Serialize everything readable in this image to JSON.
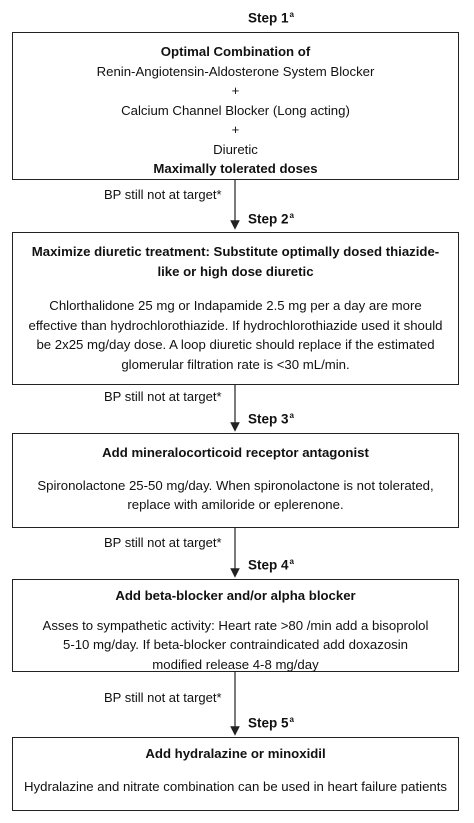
{
  "steps": [
    {
      "label": "Step 1",
      "mark": "a",
      "title": "Optimal Combination of",
      "lines": [
        "Renin-Angiotensin-Aldosterone System Blocker",
        "+",
        "Calcium Channel Blocker (Long acting)",
        "+",
        "Diuretic"
      ],
      "footer": "Maximally tolerated doses"
    },
    {
      "label": "Step 2",
      "mark": "a",
      "title": "Maximize diuretic treatment: Substitute optimally dosed thiazide-like or high dose diuretic",
      "body": "Chlorthalidone 25 mg or Indapamide 2.5 mg per a day are more effective than hydrochlorothiazide. If hydrochlorothiazide used it should be 2x25 mg/day dose. A loop diuretic should replace if the estimated glomerular filtration rate is <30 mL/min."
    },
    {
      "label": "Step 3",
      "mark": "a",
      "title": "Add mineralocorticoid receptor antagonist",
      "body": "Spironolactone 25-50 mg/day. When spironolactone is not tolerated, replace with amiloride or eplerenone."
    },
    {
      "label": "Step 4",
      "mark": "a",
      "title": "Add beta-blocker and/or alpha blocker",
      "body": "Asses to sympathetic activity: Heart rate >80 /min add a bisoprolol 5-10 mg/day. If beta-blocker contraindicated add doxazosin modified release 4-8 mg/day"
    },
    {
      "label": "Step 5",
      "mark": "a",
      "title": "Add hydralazine or minoxidil",
      "body": "Hydralazine and nitrate combination can be used in heart failure patients"
    }
  ],
  "condition_label": "BP still not at target*"
}
